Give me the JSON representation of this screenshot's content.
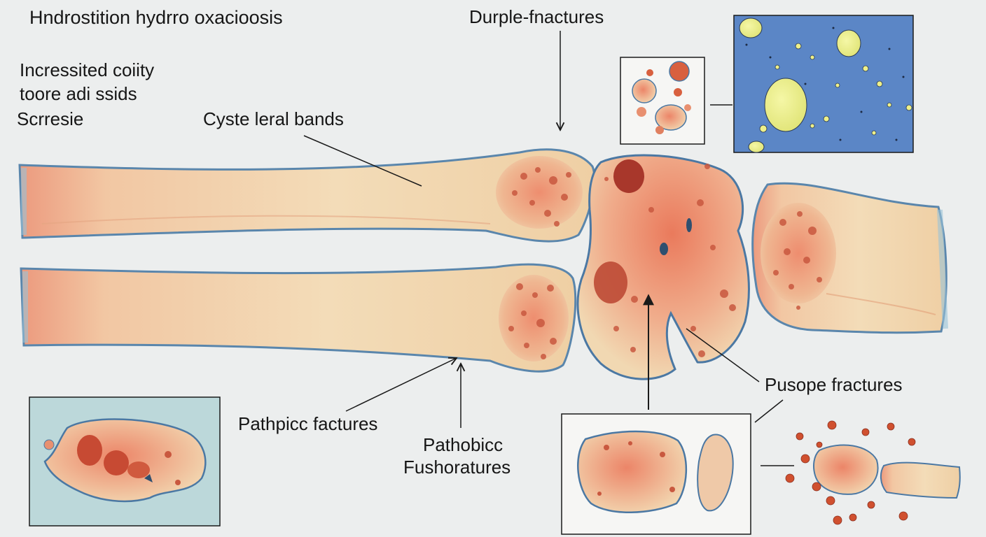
{
  "title": "Hndrostition hydrro oxacioosis",
  "side_notes": [
    "Incressited coiity",
    "toore adi ssids",
    "Scrresie"
  ],
  "callouts": {
    "cyst_bands": "Cyste leral bands",
    "durple": "Durple-fnactures",
    "pathpicc": "Pathpicc factures",
    "pathobicc_line1": "Pathobicc",
    "pathobicc_line2": "Fushoratures",
    "pusope": "Pusope fractures"
  },
  "colors": {
    "background": "#eceeee",
    "bone_light": "#f0d9b4",
    "bone_marrow": "#e98a6a",
    "bone_outline": "#4f7ea8",
    "lesion": "#b03a2a",
    "micro_blue": "#5b86c6",
    "micro_yellow": "#eef08a",
    "inset_teal": "#bcd8da",
    "leader_line": "#1a1a1a"
  }
}
